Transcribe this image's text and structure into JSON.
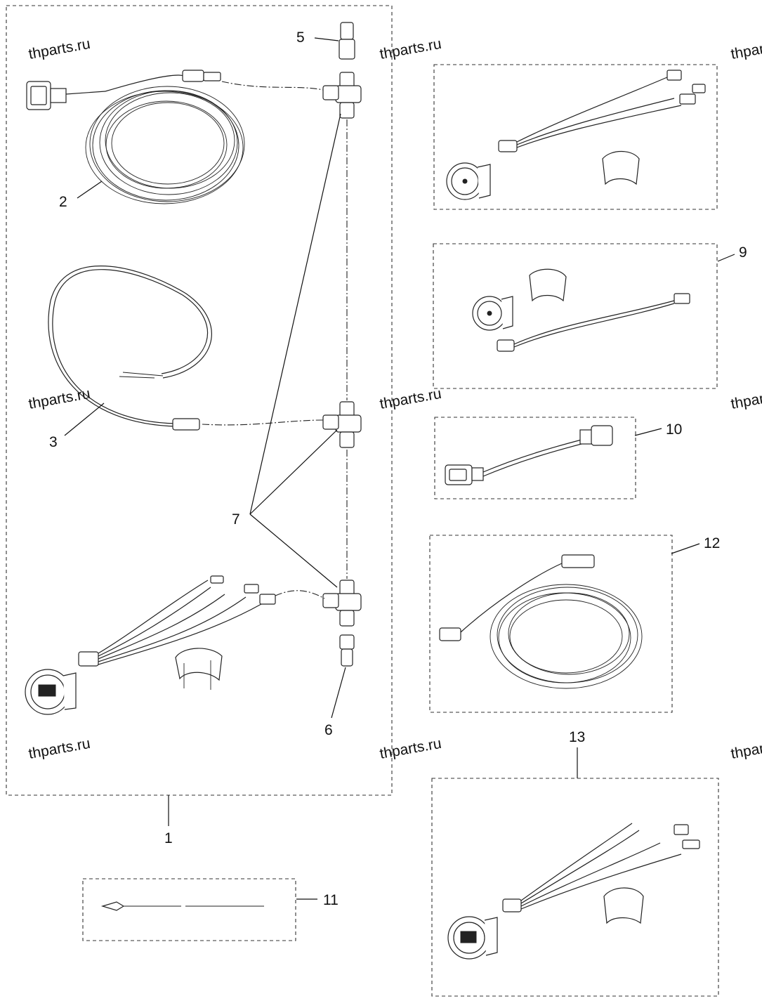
{
  "watermark": "thparts.ru",
  "callouts": {
    "c1": "1",
    "c2": "2",
    "c3": "3",
    "c5": "5",
    "c6": "6",
    "c7": "7",
    "c9": "9",
    "c10": "10",
    "c11": "11",
    "c12": "12",
    "c13": "13"
  },
  "colors": {
    "line": "#222222",
    "background": "#ffffff"
  }
}
